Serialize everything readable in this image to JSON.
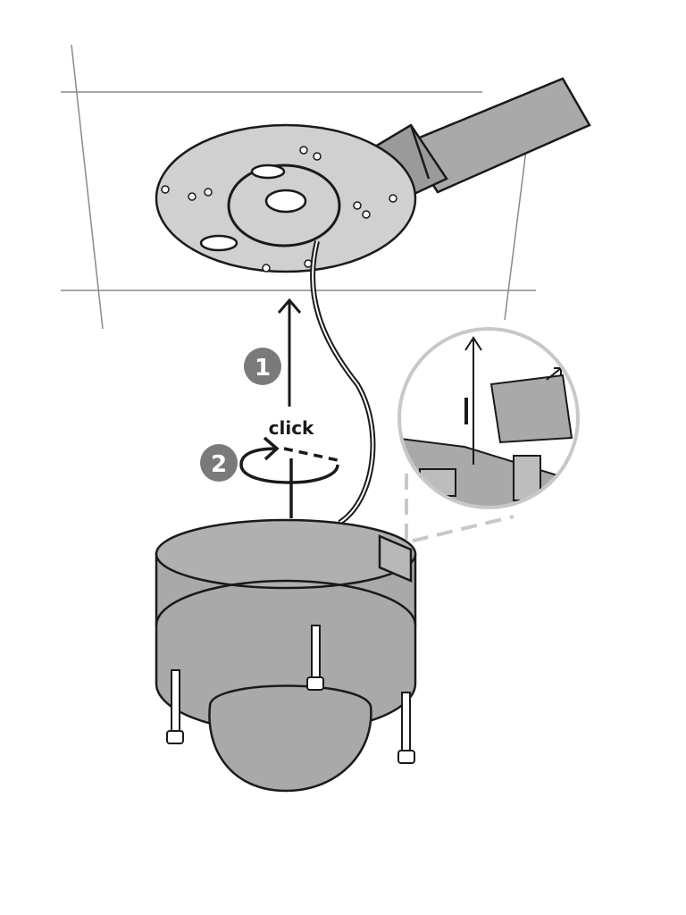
{
  "illustration": {
    "step1_label": "1",
    "step2_label": "2",
    "click_label": "click"
  },
  "colors": {
    "outline": "#1a1a1a",
    "body_fill": "#a9a9a9",
    "plate_fill": "#d0d0d0",
    "badge_fill": "#7a7a7a",
    "ceiling_line": "#8a8a8a",
    "inset_border": "#c8c8c8"
  }
}
